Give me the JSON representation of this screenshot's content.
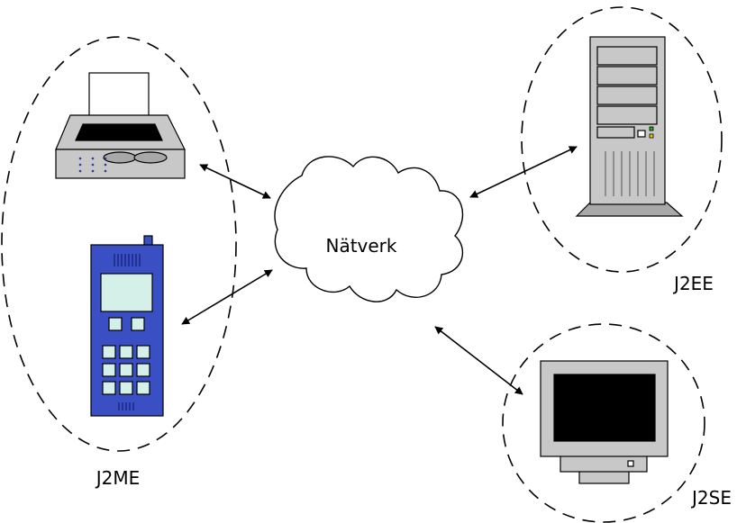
{
  "cloud_label": "Nätverk",
  "groups": {
    "j2me": "J2ME",
    "j2ee": "J2EE",
    "j2se": "J2SE"
  },
  "devices": [
    "printer",
    "mobile-phone",
    "tower-server",
    "monitor"
  ],
  "colors": {
    "phone_body": "#3a4fc4",
    "phone_screen": "#d4f0e8",
    "device_gray": "#c8c8c8",
    "screen_black": "#000000",
    "led_green": "#22aa22",
    "led_yellow": "#e8d000"
  }
}
